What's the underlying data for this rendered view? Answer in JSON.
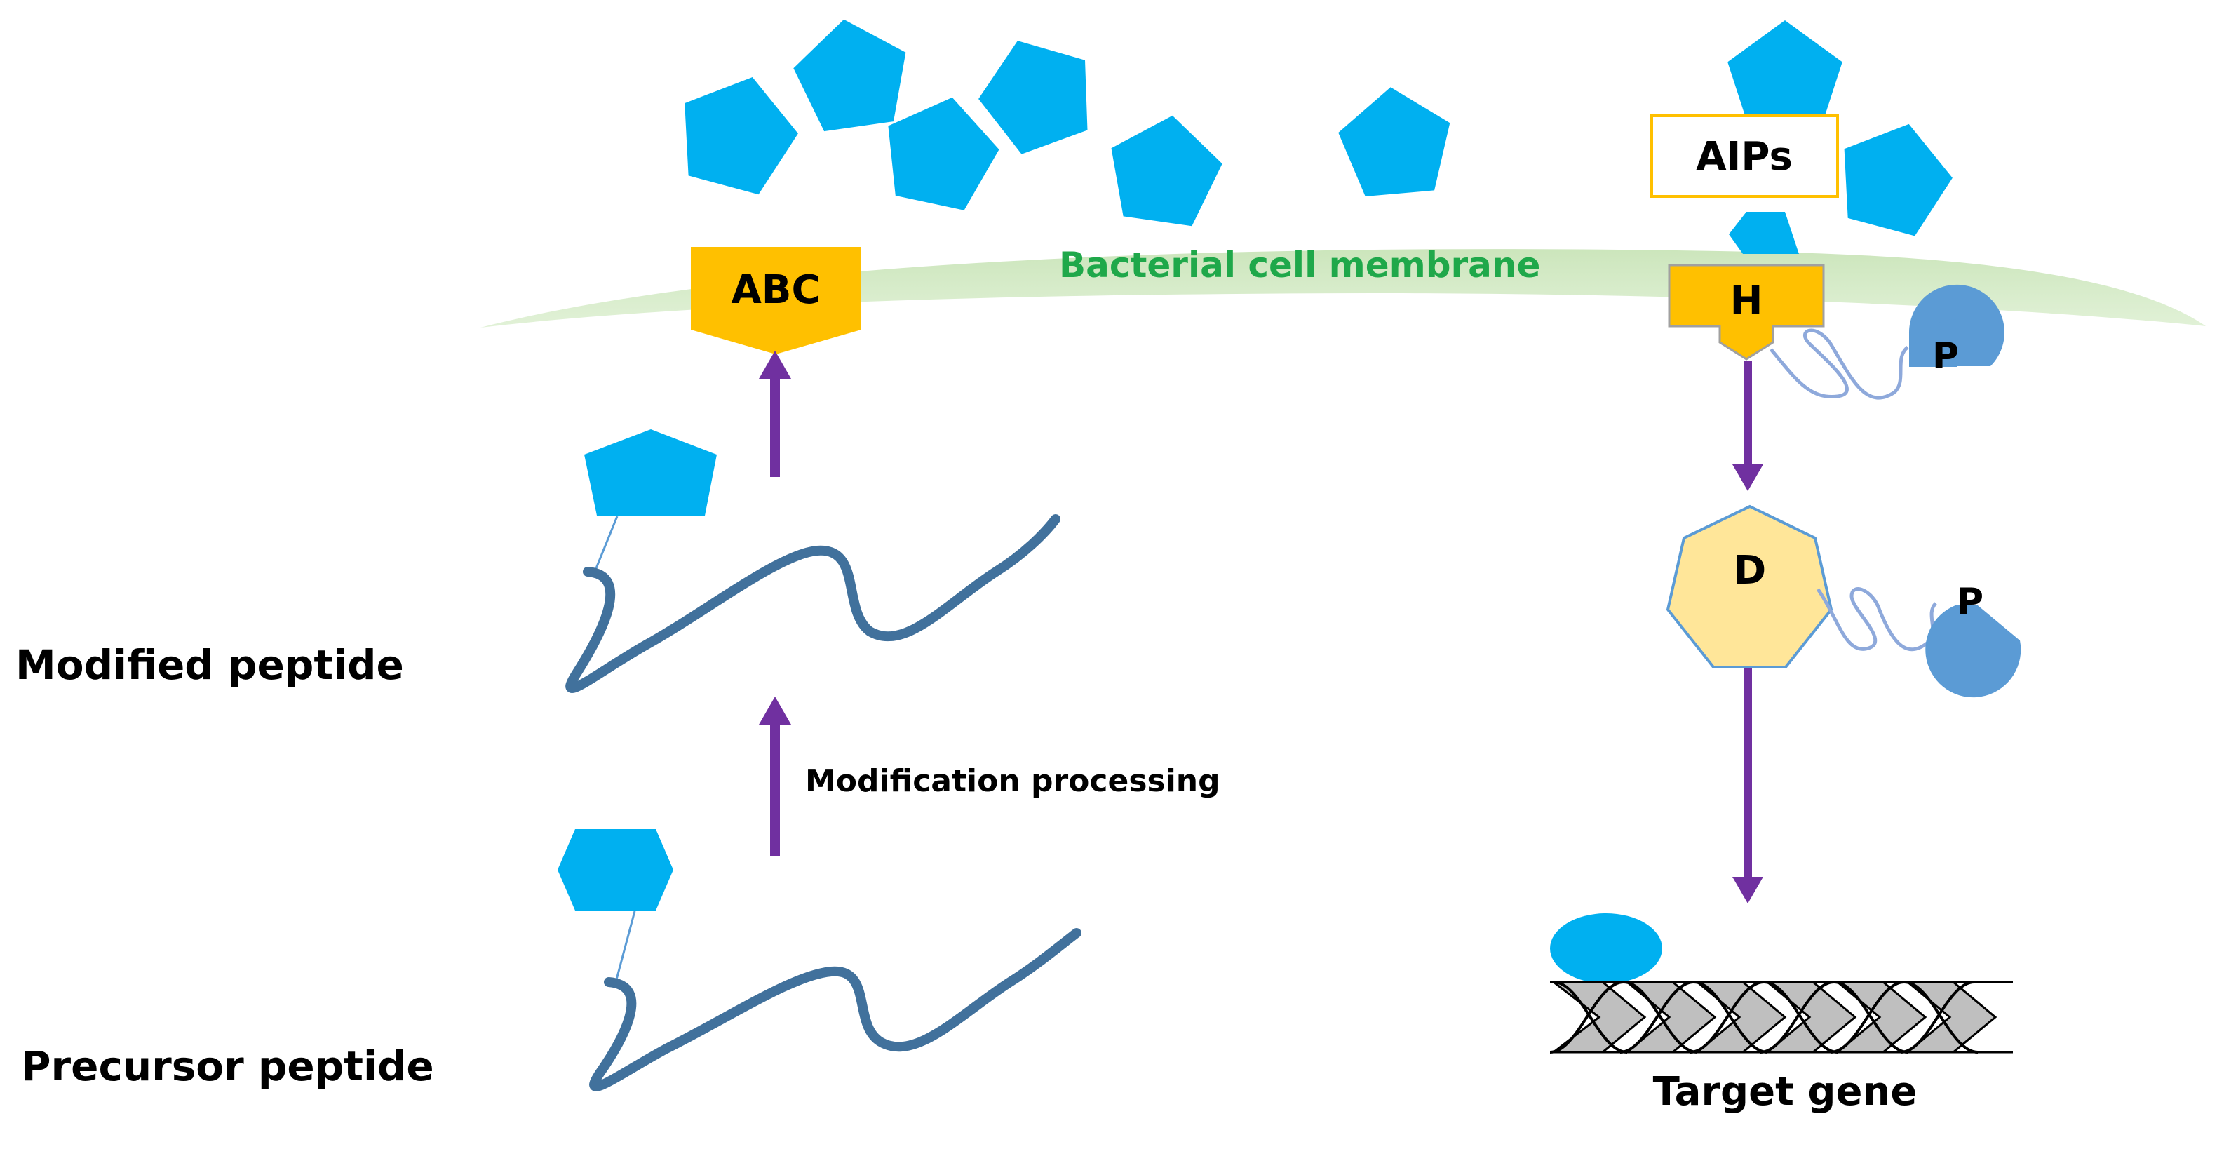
{
  "labels": {
    "membrane": "Bacterial cell membrane",
    "abc": "ABC",
    "aips": "AIPs",
    "histidine_kinase": "H",
    "phosphate_1": "P",
    "response_regulator": "D",
    "phosphate_2": "P",
    "modified_peptide": "Modified peptide",
    "modification_processing": "Modification processing",
    "precursor_peptide": "Precursor peptide",
    "target_gene": "Target gene"
  },
  "colors": {
    "signal_peptide": "#00B0F0",
    "transporter": "#FFC000",
    "membrane_fill": "#C9E4B8",
    "membrane_text": "#1FA84A",
    "arrow": "#7030A0",
    "peptide_chain": "#41719C",
    "phosphate": "#5B9BD5",
    "regulator_fill": "#FFE699",
    "aips_border": "#FFC000",
    "dna_fill": "#BFBFBF",
    "dna_outline": "#000000"
  }
}
